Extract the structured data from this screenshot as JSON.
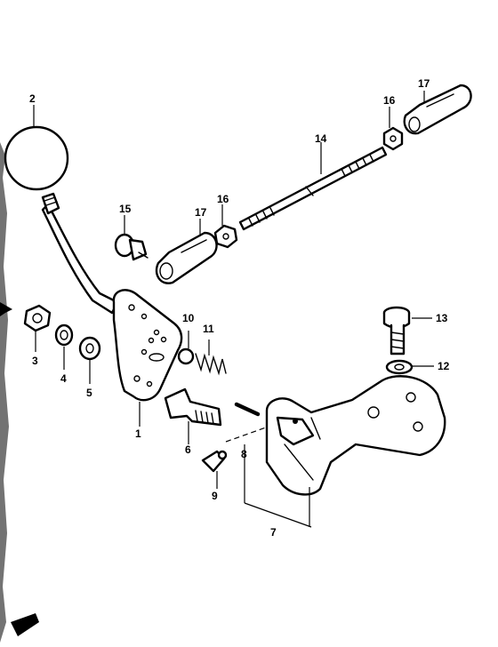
{
  "parts": [
    {
      "id": "1",
      "label": "1"
    },
    {
      "id": "2",
      "label": "2"
    },
    {
      "id": "3",
      "label": "3"
    },
    {
      "id": "4",
      "label": "4"
    },
    {
      "id": "5",
      "label": "5"
    },
    {
      "id": "6",
      "label": "6"
    },
    {
      "id": "7",
      "label": "7"
    },
    {
      "id": "8",
      "label": "8"
    },
    {
      "id": "9",
      "label": "9"
    },
    {
      "id": "10",
      "label": "10"
    },
    {
      "id": "11",
      "label": "11"
    },
    {
      "id": "12",
      "label": "12"
    },
    {
      "id": "13",
      "label": "13"
    },
    {
      "id": "14",
      "label": "14"
    },
    {
      "id": "15",
      "label": "15"
    },
    {
      "id": "16a",
      "label": "16"
    },
    {
      "id": "16b",
      "label": "16"
    },
    {
      "id": "17a",
      "label": "17"
    },
    {
      "id": "17b",
      "label": "17"
    }
  ]
}
